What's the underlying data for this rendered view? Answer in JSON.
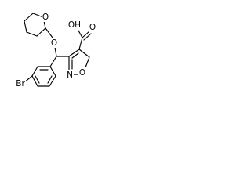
{
  "labels": {
    "ether_oxygen": "O",
    "ring_oxygen": "O",
    "isoxazole_nitrogen": "N",
    "isoxazole_oxygen": "O",
    "hydroxyl": "OH",
    "carbonyl_oxygen": "O",
    "bromine": "Br"
  },
  "colors": {
    "bond": "#000000",
    "text": "#000000",
    "background": "#ffffff"
  }
}
